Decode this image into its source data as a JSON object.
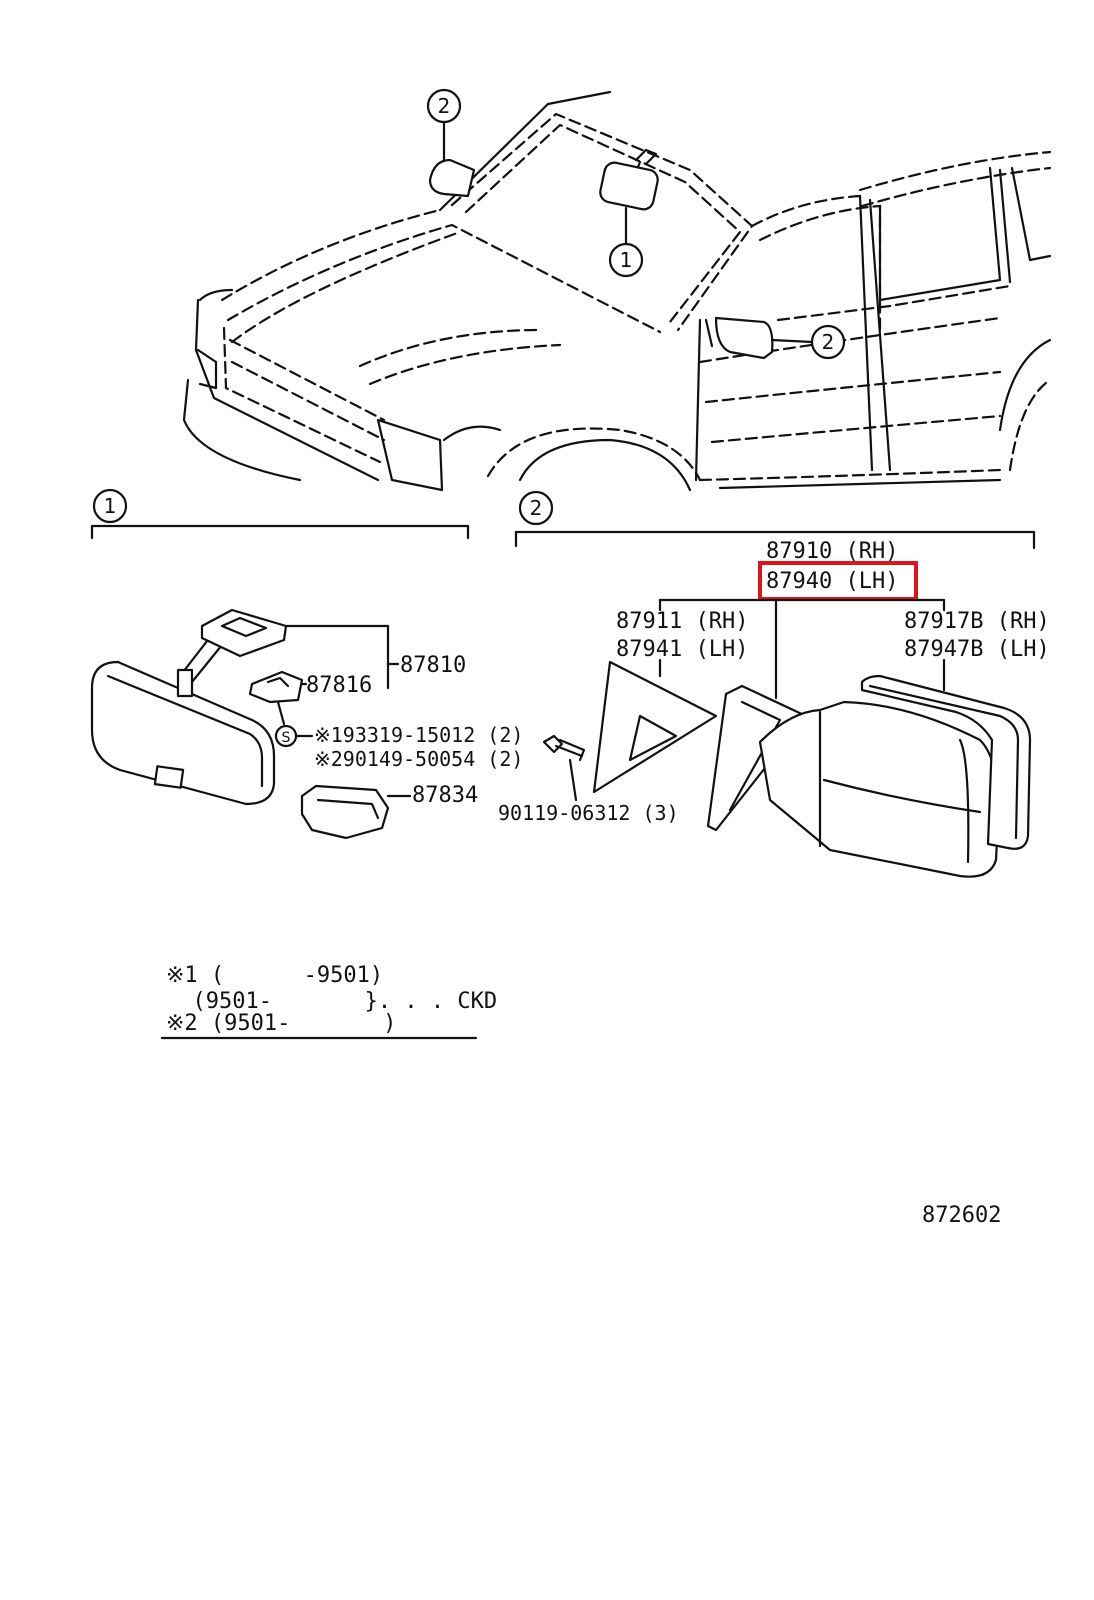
{
  "callouts": {
    "one": "1",
    "two": "2",
    "s_mark": "S"
  },
  "labels": {
    "p87810": "87810",
    "p87816": "87816",
    "p193319": "※193319-15012 (2)",
    "p290149": "※290149-50054 (2)",
    "p87834": "87834",
    "p90119": "90119-06312 (3)",
    "p87910": "87910 (RH)",
    "p87940": "87940 (LH)",
    "p87911": "87911 (RH)",
    "p87941": "87941 (LH)",
    "p87917b": "87917B (RH)",
    "p87947b": "87947B (LH)"
  },
  "notes": {
    "line1": "※1 (      -9501)",
    "line2": "  (9501-       }. . . CKD",
    "line3": "※2 (9501-       )"
  },
  "figure_number": "872602",
  "highlight_color": "#e0141a"
}
